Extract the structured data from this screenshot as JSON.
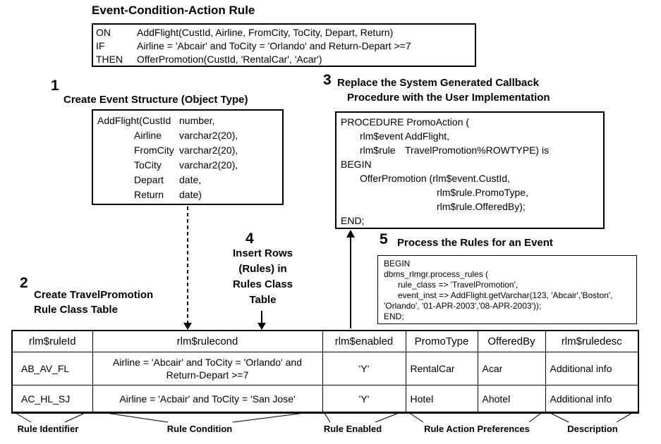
{
  "title": "Event-Condition-Action Rule",
  "eca": {
    "lines": [
      {
        "kw": "ON",
        "text": "AddFlight(CustId, Airline, FromCity, ToCity, Depart, Return)"
      },
      {
        "kw": "IF",
        "text": "Airline = 'Abcair' and ToCity = 'Orlando' and Return-Depart >=7"
      },
      {
        "kw": "THEN",
        "text": "OfferPromotion(CustId, 'RentalCar', 'Acar')"
      }
    ]
  },
  "steps": {
    "s1": {
      "num": "1",
      "label": "Create Event Structure (Object Type)"
    },
    "s2": {
      "num": "2",
      "line1": "Create TravelPromotion",
      "line2": "Rule Class Table"
    },
    "s3": {
      "num": "3",
      "line1": "Replace the System Generated Callback",
      "line2": "Procedure with the User Implementation"
    },
    "s4": {
      "num": "4",
      "lines": [
        "Insert Rows",
        "(Rules) in",
        "Rules Class",
        "Table"
      ]
    },
    "s5": {
      "num": "5",
      "label": "Process the Rules for an Event"
    }
  },
  "event_struct": {
    "rows": [
      {
        "name": "AddFlight(CustId",
        "type": "number,"
      },
      {
        "name": "Airline",
        "type": "varchar2(20),"
      },
      {
        "name": "FromCity",
        "type": "varchar2(20),"
      },
      {
        "name": "ToCity",
        "type": "varchar2(20),"
      },
      {
        "name": "Depart",
        "type": "date,"
      },
      {
        "name": "Return",
        "type": "date)"
      }
    ]
  },
  "callback": {
    "l0": "PROCEDURE PromoAction (",
    "l1a": "rlm$event",
    "l1b": "AddFlight,",
    "l2a": "rlm$rule",
    "l2b": "TravelPromotion%ROWTYPE) is",
    "l3": "BEGIN",
    "l4": "OfferPromotion (rlm$event.CustId,",
    "l5": "rlm$rule.PromoType,",
    "l6": "rlm$rule.OfferedBy);",
    "l7": "END;"
  },
  "process": {
    "lines": [
      "BEGIN",
      "dbms_rlmgr.process_rules (",
      "rule_class => 'TravelPromotion',",
      "event_inst => AddFlight.getVarchar(123, 'Abcair','Boston',",
      "'Orlando', '01-APR-2003','08-APR-2003'));",
      "END;"
    ]
  },
  "table": {
    "headers": [
      "rlm$ruleId",
      "rlm$rulecond",
      "rlm$enabled",
      "PromoType",
      "OfferedBy",
      "rlm$ruledesc"
    ],
    "rows": [
      [
        "AB_AV_FL",
        "Airline = 'Abcair' and ToCity = 'Orlando' and Return-Depart >=7",
        "'Y'",
        "RentalCar",
        "Acar",
        "Additional info"
      ],
      [
        "AC_HL_SJ",
        "Airline = 'Acbair' and ToCity = 'San Jose'",
        "'Y'",
        "Hotel",
        "Ahotel",
        "Additional info"
      ]
    ]
  },
  "footnotes": [
    "Rule Identifier",
    "Rule Condition",
    "Rule Enabled",
    "Rule Action Preferences",
    "Description"
  ]
}
